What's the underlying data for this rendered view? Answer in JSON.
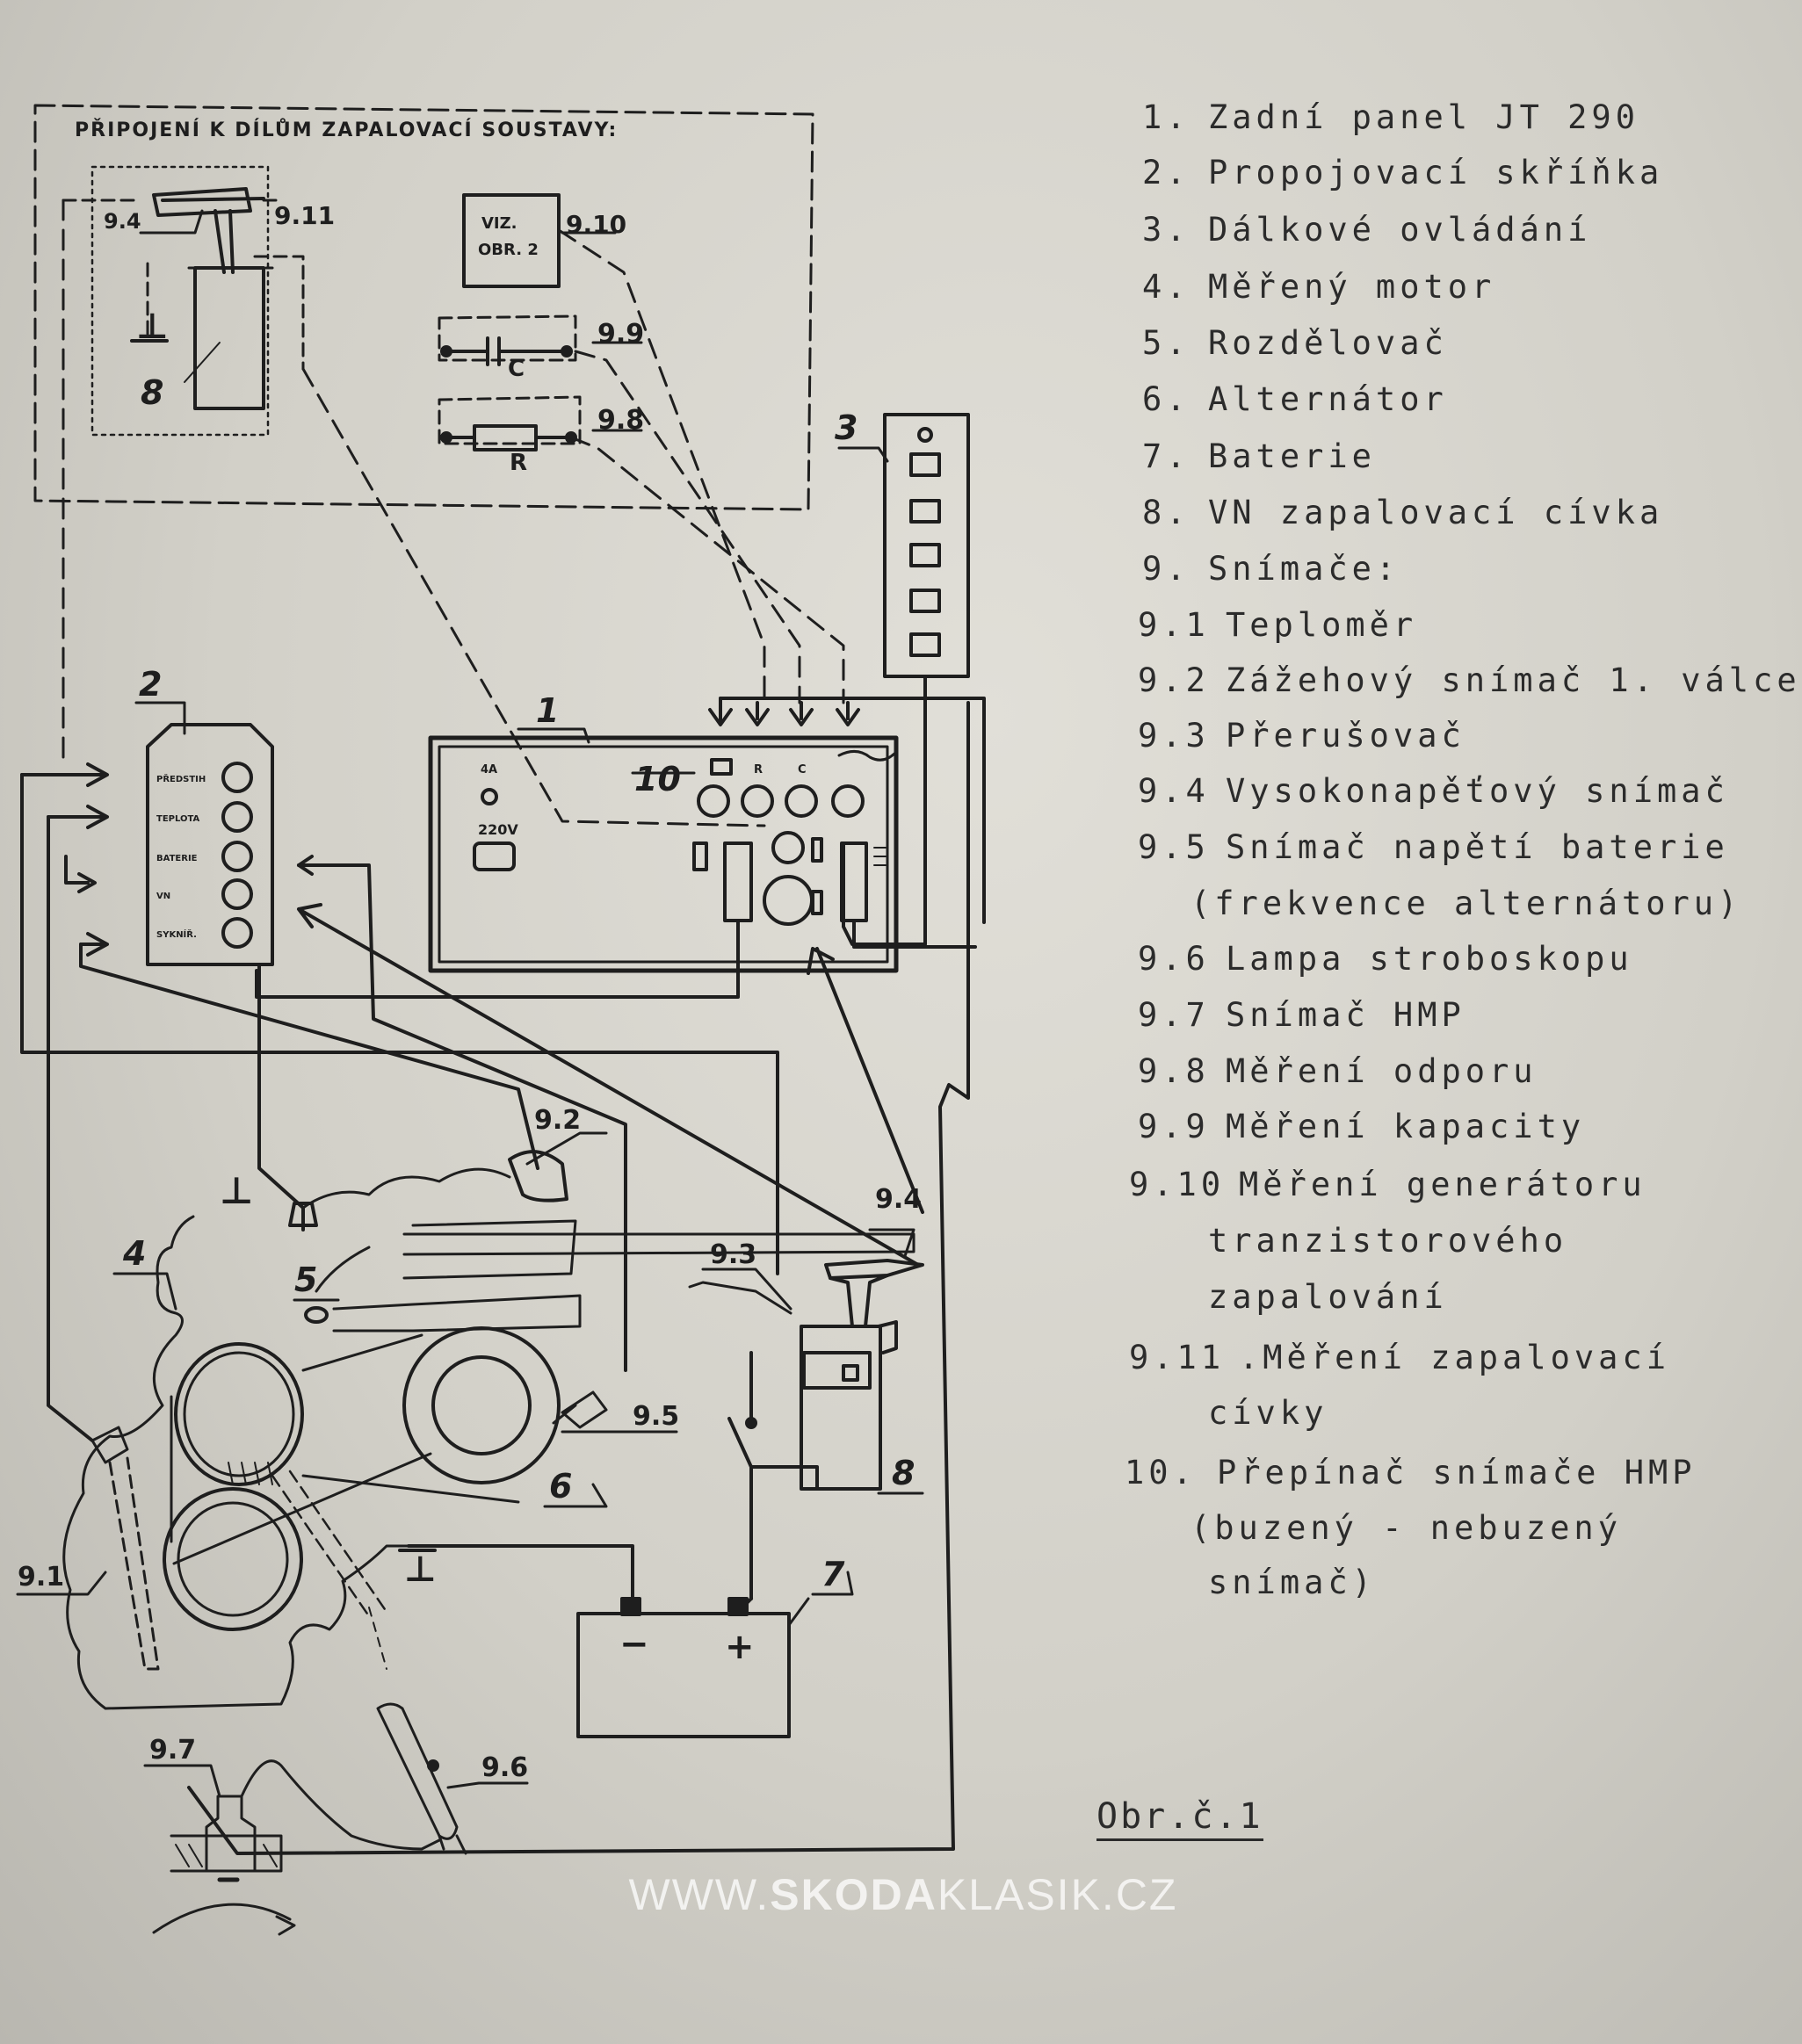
{
  "diagram": {
    "frame_title": "PŘIPOJENÍ K DÍLŮM ZAPALOVACÍ SOUSTAVY:",
    "box_viz_line1": "VIZ.",
    "box_viz_line2": "OBR. 2",
    "cap_letter": "C",
    "res_letter": "R",
    "ground_symbol": "⊥",
    "panel_labels": {
      "ampere": "4A",
      "volt": "220V",
      "r": "R",
      "c": "C"
    },
    "box2_rows": [
      "PŘEDSTIH",
      "TEPLOTA",
      "BATERIE",
      "VN",
      "SYKNÍŘ."
    ],
    "battery_minus": "−",
    "battery_plus": "+",
    "callouts": {
      "c1": "1",
      "c2": "2",
      "c3": "3",
      "c4": "4",
      "c5": "5",
      "c6": "6",
      "c7": "7",
      "c8": "8",
      "c8b": "8",
      "c10": "10",
      "c9_1": "9.1",
      "c9_2": "9.2",
      "c9_3": "9.3",
      "c9_4a": "9.4",
      "c9_4b": "9.4",
      "c9_5": "9.5",
      "c9_6": "9.6",
      "c9_7": "9.7",
      "c9_8": "9.8",
      "c9_9": "9.9",
      "c9_10": "9.10",
      "c9_11": "9.11"
    }
  },
  "legend": [
    {
      "num": "1.",
      "text": "Zadní panel JT 290"
    },
    {
      "num": "2.",
      "text": "Propojovací skříňka"
    },
    {
      "num": "3.",
      "text": "Dálkové ovládání"
    },
    {
      "num": "4.",
      "text": "Měřený motor"
    },
    {
      "num": "5.",
      "text": "Rozdělovač"
    },
    {
      "num": "6.",
      "text": "Alternátor"
    },
    {
      "num": "7.",
      "text": "Baterie"
    },
    {
      "num": "8.",
      "text": "VN zapalovací cívka"
    },
    {
      "num": "9.",
      "text": "Snímače:"
    },
    {
      "num": "9.1",
      "text": "Teploměr"
    },
    {
      "num": "9.2",
      "text": "Zážehový snímač 1. válce"
    },
    {
      "num": "9.3",
      "text": "Přerušovač"
    },
    {
      "num": "9.4",
      "text": "Vysokonapěťový snímač"
    },
    {
      "num": "9.5",
      "text": "Snímač napětí baterie"
    },
    {
      "num": "",
      "text": "(frekvence alternátoru)"
    },
    {
      "num": "9.6",
      "text": "Lampa stroboskopu"
    },
    {
      "num": "9.7",
      "text": "Snímač HMP"
    },
    {
      "num": "9.8",
      "text": "Měření odporu"
    },
    {
      "num": "9.9",
      "text": "Měření kapacity"
    },
    {
      "num": "9.10",
      "text": "Měření generátoru"
    },
    {
      "num": "",
      "text": "tranzistorového"
    },
    {
      "num": "",
      "text": "zapalování"
    },
    {
      "num": "9.11",
      "text": ".Měření zapalovací"
    },
    {
      "num": "",
      "text": "cívky"
    },
    {
      "num": "10.",
      "text": "Přepínač snímače HMP"
    },
    {
      "num": "",
      "text": "(buzený - nebuzený"
    },
    {
      "num": "",
      "text": "snímač)"
    }
  ],
  "caption": "Obr.č.1",
  "watermark": {
    "prefix": "WWW.",
    "brand": "SKODA",
    "suffix": "KLASIK.CZ"
  }
}
